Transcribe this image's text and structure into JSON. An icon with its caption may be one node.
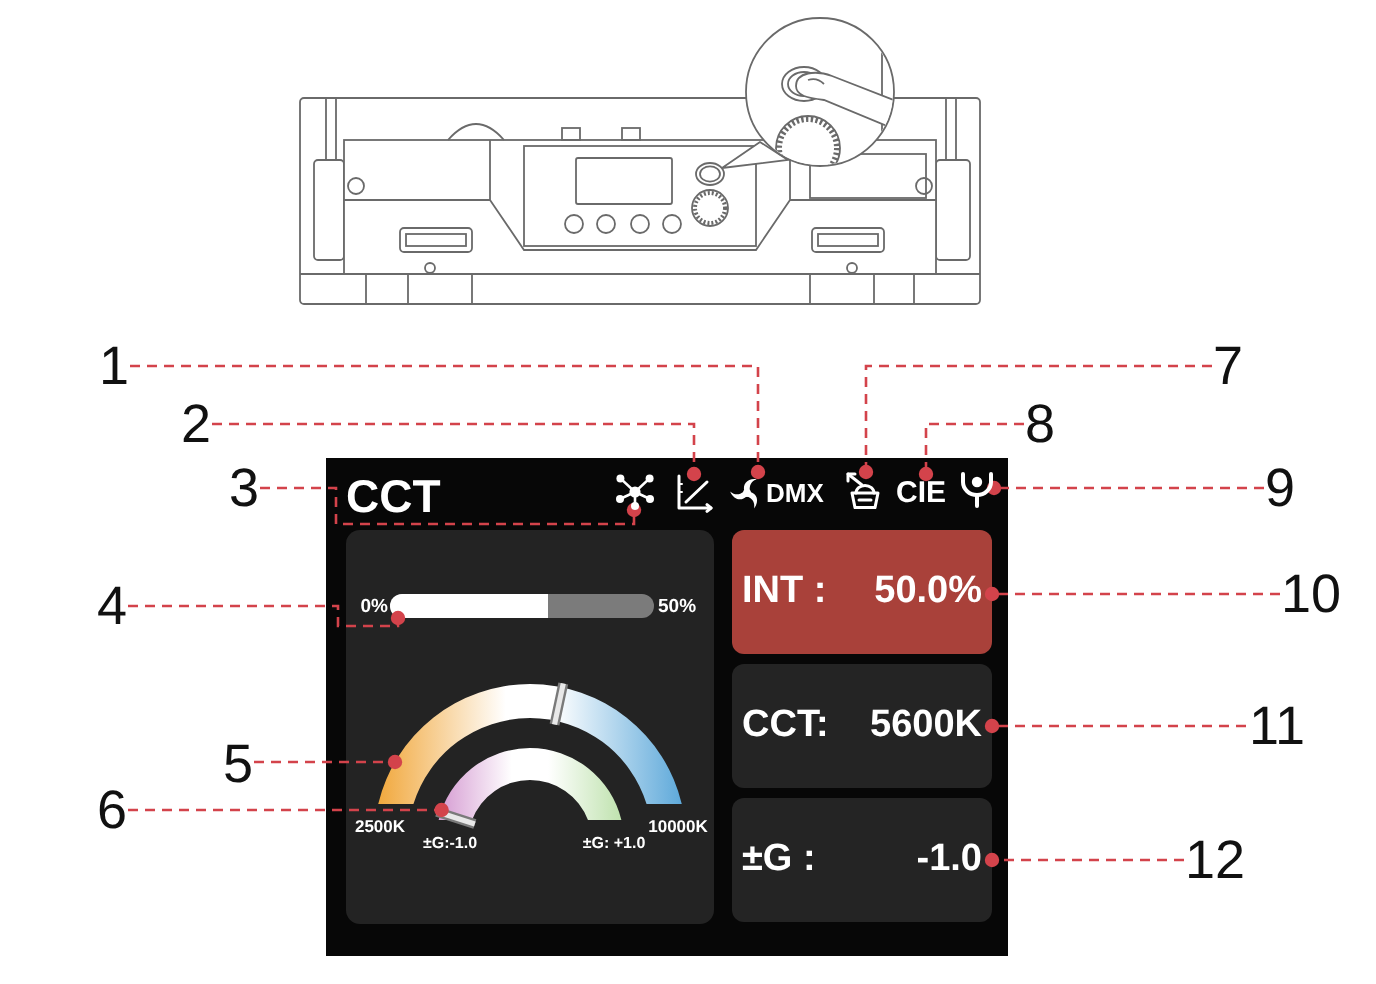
{
  "diagram": {
    "nodes": [
      {
        "text": [
          "1"
        ]
      },
      {
        "text": [
          "2"
        ]
      },
      {
        "text": [
          "3"
        ]
      },
      {
        "text": [
          "4"
        ]
      },
      {
        "text": [
          "5"
        ]
      },
      {
        "text": [
          "6"
        ]
      },
      {
        "text": [
          "7"
        ]
      },
      {
        "text": [
          "8"
        ]
      },
      {
        "text": [
          "9"
        ]
      },
      {
        "text": [
          "10"
        ]
      },
      {
        "text": [
          "11"
        ]
      },
      {
        "text": [
          "12"
        ]
      },
      {
        "text": [
          "CCT"
        ]
      },
      {
        "text": [],
        "shape": "picture",
        "in": 12
      },
      {
        "text": [],
        "shape": "picture",
        "in": 12
      },
      {
        "text": [
          "DMX"
        ],
        "in": 12
      },
      {
        "text": [],
        "shape": "picture",
        "in": 12
      },
      {
        "text": [
          "CIE"
        ],
        "in": 12
      },
      {
        "text": [],
        "shape": "picture",
        "in": 12
      },
      {
        "text": [],
        "shape": "box",
        "in": 12
      },
      {
        "text": [],
        "shape": "bar",
        "in": 19,
        "beside": [
          "0%",
          "50%"
        ]
      },
      {
        "text": [],
        "shape": "arc",
        "in": 19,
        "beside": [
          "2500K",
          "10000K"
        ]
      },
      {
        "text": [],
        "shape": "arc",
        "in": 19,
        "beside": [
          "±G:-1.0",
          "±G: +1.0"
        ]
      },
      {
        "text": [
          "INT :",
          "50.0%"
        ],
        "in": 12
      },
      {
        "text": [
          "CCT:",
          "5600K"
        ],
        "in": 12
      },
      {
        "text": [
          "±G :",
          "-1.0"
        ],
        "in": 12
      }
    ],
    "edges": [
      {
        "from": 0,
        "to": 15,
        "arrow": "other",
        "style": "dashed"
      },
      {
        "from": 1,
        "to": 14,
        "arrow": "other",
        "style": "dashed"
      },
      {
        "from": 2,
        "to": 13,
        "arrow": "other",
        "style": "dashed"
      },
      {
        "from": 3,
        "to": 20,
        "arrow": "other",
        "style": "dashed"
      },
      {
        "from": 4,
        "to": 21,
        "arrow": "other",
        "style": "dashed"
      },
      {
        "from": 5,
        "to": 22,
        "arrow": "other",
        "style": "dashed"
      },
      {
        "from": 6,
        "to": 16,
        "arrow": "other",
        "style": "dashed"
      },
      {
        "from": 7,
        "to": 17,
        "arrow": "other",
        "style": "dashed"
      },
      {
        "from": 8,
        "to": 18,
        "arrow": "other",
        "style": "dashed"
      },
      {
        "from": 9,
        "to": 23,
        "arrow": "other",
        "style": "dashed"
      },
      {
        "from": 10,
        "to": 24,
        "arrow": "other",
        "style": "dashed"
      },
      {
        "from": 11,
        "to": 25,
        "arrow": "other",
        "style": "dashed"
      }
    ]
  }
}
